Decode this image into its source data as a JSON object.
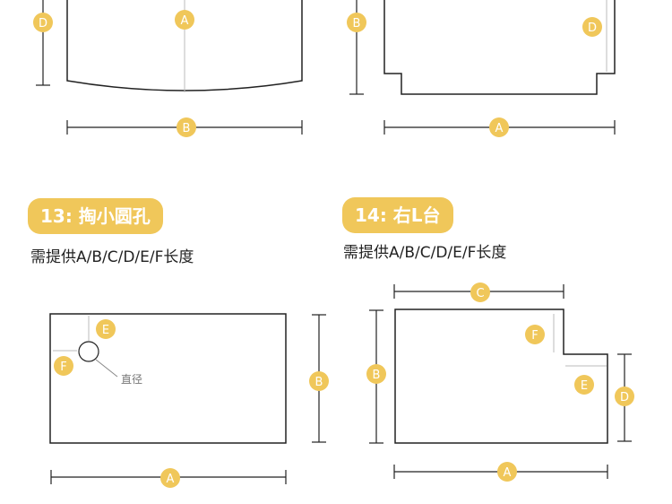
{
  "sections": [
    {
      "id": "s13",
      "title": "13: 掏小圆孔",
      "requirement": "需提供A/B/C/D/E/F长度",
      "annotation": "直径",
      "dim_labels": {
        "A": "A",
        "B": "B",
        "E": "E",
        "F": "F"
      }
    },
    {
      "id": "s14",
      "title": "14: 右L台",
      "requirement": "需提供A/B/C/D/E/F长度",
      "dim_labels": {
        "A": "A",
        "B": "B",
        "C": "C",
        "D": "D",
        "E": "E",
        "F": "F"
      }
    }
  ],
  "top_left": {
    "dim_labels": {
      "A": "A",
      "B": "B",
      "D": "D"
    }
  },
  "top_right": {
    "dim_labels": {
      "A": "A",
      "B": "B",
      "D": "D"
    }
  },
  "colors": {
    "badge": "#f0c75a",
    "stroke": "#222222",
    "helper": "#bbbbbb",
    "text": "#222222",
    "badge_text": "#ffffff"
  }
}
